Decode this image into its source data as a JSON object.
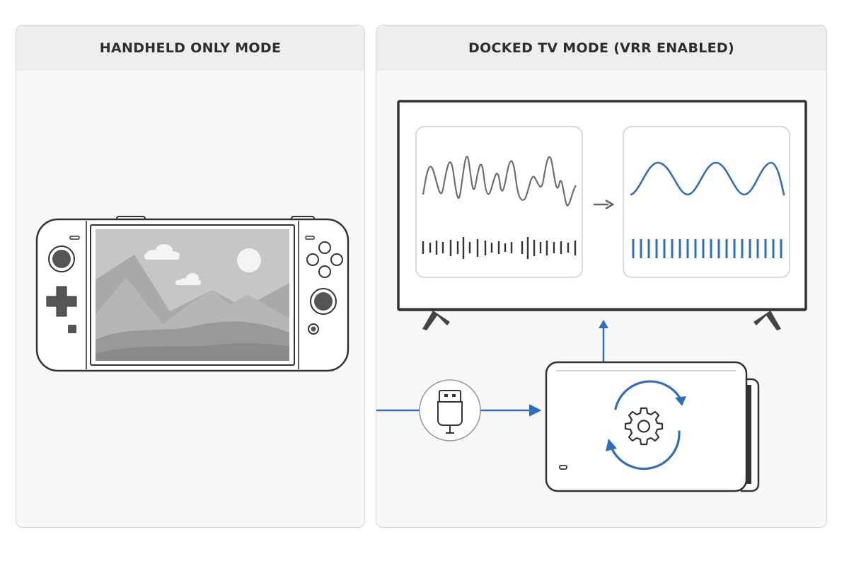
{
  "panels": {
    "left": {
      "title": "HANDHELD ONLY MODE"
    },
    "right": {
      "title": "DOCKED TV MODE (VRR ENABLED)"
    }
  },
  "colors": {
    "accent": "#2f6dbd",
    "outline": "#333333",
    "panel_bg": "#f8f8f8",
    "header_bg": "#eeeeee"
  },
  "icons": [
    "handheld-console-icon",
    "tv-icon",
    "usb-plug-icon",
    "dock-icon",
    "gear-sync-icon"
  ],
  "waveforms": {
    "before": "irregular-frame-pacing",
    "after": "smooth-frame-pacing"
  }
}
